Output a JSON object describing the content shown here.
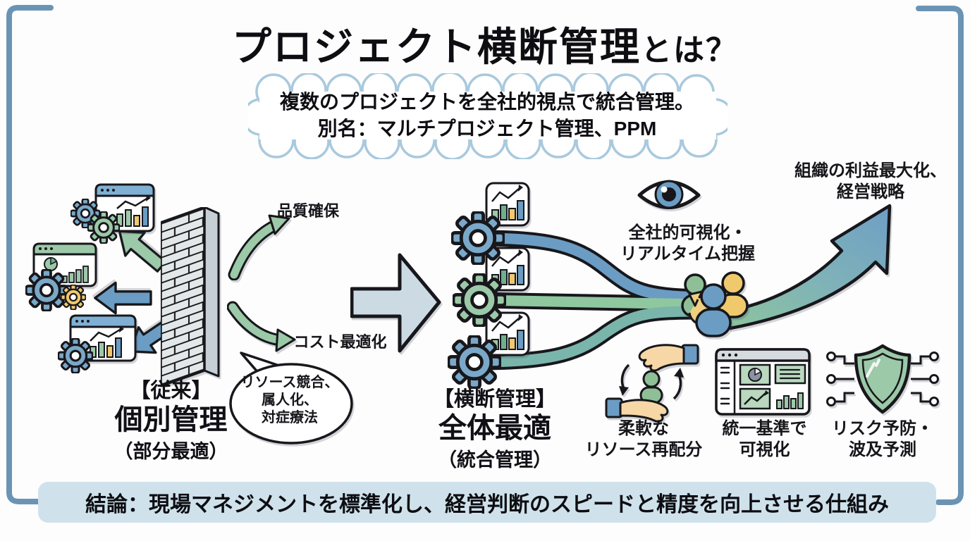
{
  "title": {
    "main": "プロジェクト横断管理",
    "suffix": "とは？"
  },
  "definition_cloud": {
    "line1": "複数のプロジェクトを全社的視点で統合管理。",
    "line2": "別名：マルチプロジェクト管理、PPM"
  },
  "legacy": {
    "heading": "【従来】",
    "name": "個別管理",
    "sub": "（部分最適）",
    "arrow_label_top": "品質確保",
    "arrow_label_bottom": "コスト最適化",
    "bubble_line1": "リソース競合、",
    "bubble_line2": "属人化、",
    "bubble_line3": "対症療法"
  },
  "cross": {
    "heading": "【横断管理】",
    "name": "全体最適",
    "sub": "（統合管理）",
    "visibility_line1": "全社的可視化・",
    "visibility_line2": "リアルタイム把握",
    "goal_line1": "組織の利益最大化、",
    "goal_line2": "経営戦略"
  },
  "benefits": [
    {
      "icon": "resource-reallocation-icon",
      "line1": "柔軟な",
      "line2": "リソース再配分"
    },
    {
      "icon": "dashboard-icon",
      "line1": "統一基準で",
      "line2": "可視化"
    },
    {
      "icon": "shield-circuit-icon",
      "line1": "リスク予防・",
      "line2": "波及予測"
    }
  ],
  "conclusion": "結論：現場マネジメントを標準化し、経営判断のスピードと精度を向上させる仕組み",
  "colors": {
    "frame": "#6b94b4",
    "cloud_border": "#a9c9dd",
    "conclusion_bg": "#cfe2ec",
    "green": "#9cc9a8",
    "blue": "#6b9cc3",
    "yellow": "#f0c96d",
    "teal": "#7ab5ab",
    "arrow_gray": "#ccdbe3",
    "outline": "#17171c"
  }
}
